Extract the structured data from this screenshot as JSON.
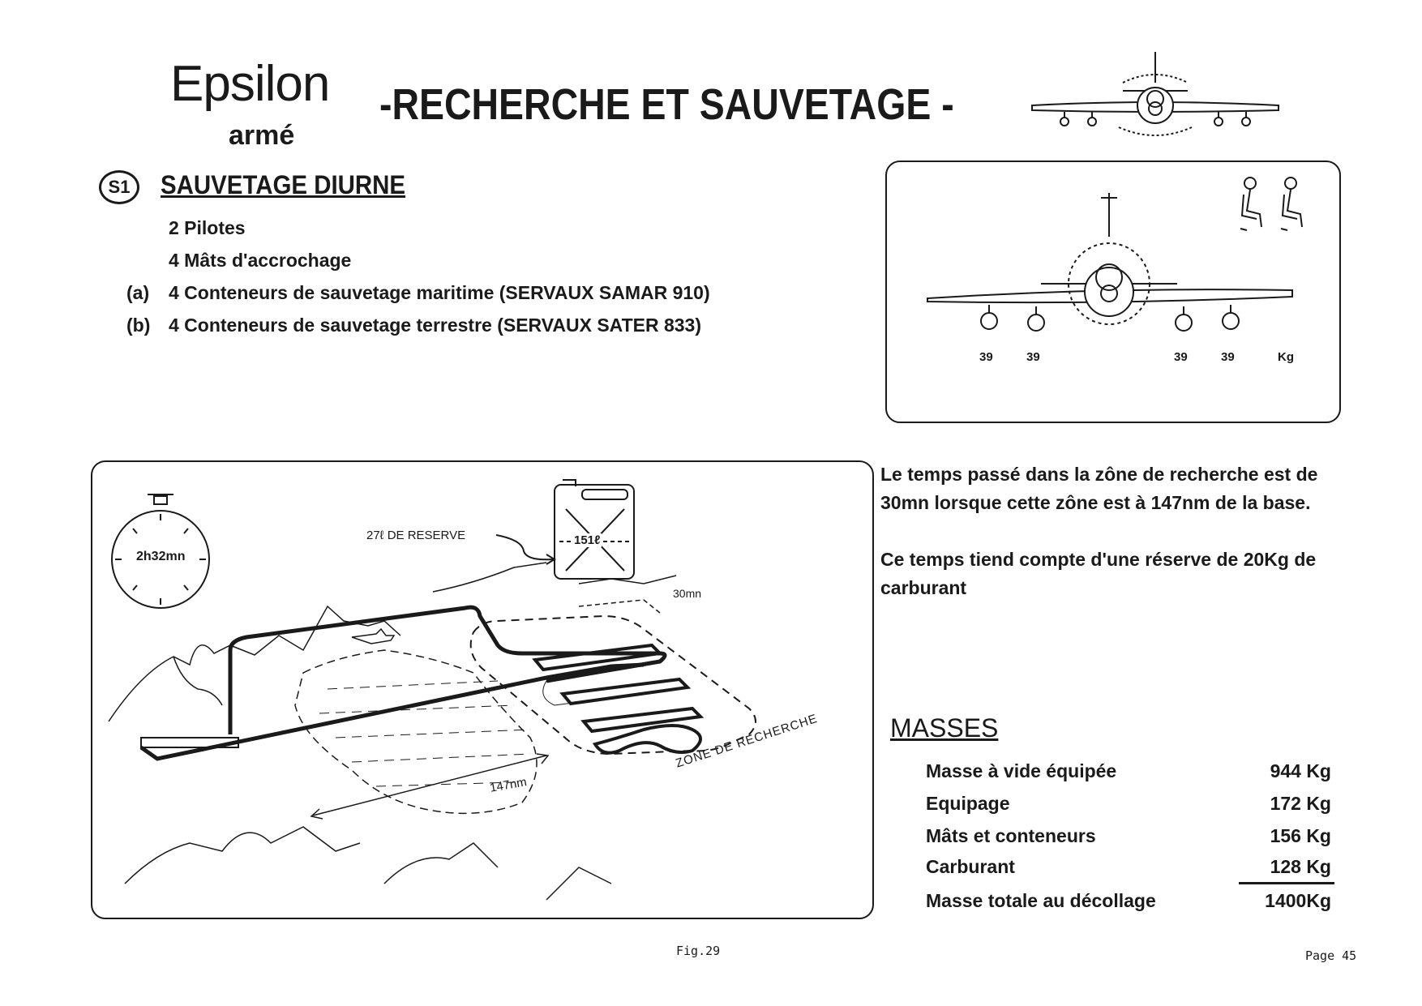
{
  "header": {
    "logo_main": "Epsilon",
    "logo_sub": "armé",
    "title": "-RECHERCHE ET SAUVETAGE -"
  },
  "section": {
    "badge": "S1",
    "title": "SAUVETAGE DIURNE",
    "items": [
      {
        "marker": "",
        "text": "2 Pilotes"
      },
      {
        "marker": "",
        "text": "4 Mâts d'accrochage"
      },
      {
        "marker": "(a)",
        "text": "4 Conteneurs de sauvetage maritime (SERVAUX SAMAR 910)"
      },
      {
        "marker": "(b)",
        "text": "4 Conteneurs de sauvetage terrestre (SERVAUX SATER 833)"
      }
    ]
  },
  "aircraft_figure": {
    "weights": [
      "39",
      "39",
      "39",
      "39"
    ],
    "unit": "Kg"
  },
  "mission_figure": {
    "clock_label": "2h32mn",
    "reserve_label": "27ℓ DE RESERVE",
    "tank_label": "151ℓ",
    "duration_label": "30mn",
    "distance_label": "147nm",
    "zone_label": "ZONE DE RECHERCHE"
  },
  "description": {
    "p1": "Le temps passé dans la zône de recherche est de 30mn lorsque cette zône est à 147nm de la base.",
    "p2": "Ce temps tiend compte d'une réserve de 20Kg de carburant"
  },
  "masses": {
    "title": "MASSES",
    "rows": [
      {
        "label": "Masse à vide équipée",
        "value": "944 Kg"
      },
      {
        "label": "Equipage",
        "value": "172 Kg"
      },
      {
        "label": "Mâts et conteneurs",
        "value": "156 Kg"
      },
      {
        "label": "Carburant",
        "value": "128 Kg"
      },
      {
        "label": "Masse totale au décollage",
        "value": "1400Kg"
      }
    ]
  },
  "footer": {
    "figure": "Fig.29",
    "page": "Page 45"
  }
}
